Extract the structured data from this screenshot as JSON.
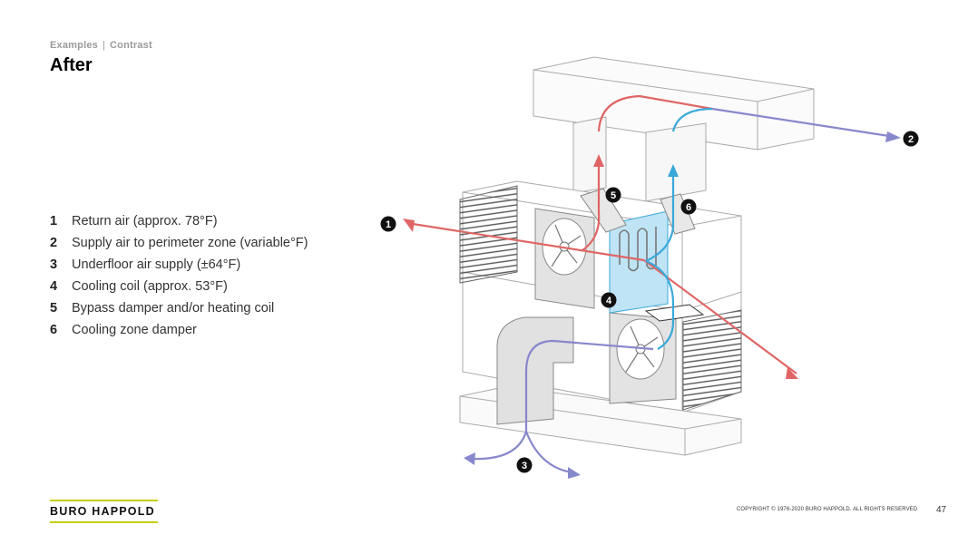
{
  "breadcrumb": {
    "section": "Examples",
    "subsection": "Contrast"
  },
  "title": "After",
  "legend": [
    {
      "num": "1",
      "label": "Return air (approx. 78°F)"
    },
    {
      "num": "2",
      "label": "Supply air to perimeter zone (variable°F)"
    },
    {
      "num": "3",
      "label": "Underfloor air supply (±64°F)"
    },
    {
      "num": "4",
      "label": "Cooling coil (approx. 53°F)"
    },
    {
      "num": "5",
      "label": "Bypass damper and/or heating coil"
    },
    {
      "num": "6",
      "label": "Cooling zone damper"
    }
  ],
  "diagram_markers": [
    "1",
    "2",
    "3",
    "4",
    "5",
    "6"
  ],
  "colors": {
    "return_air": "#e06666",
    "supply_air": "#8888cc",
    "cooling_air": "#3aa8d8",
    "coil_fill": "#bfe4f5",
    "logo_accent": "#c4cf00"
  },
  "footer": {
    "logo": "BURO HAPPOLD",
    "copyright": "COPYRIGHT © 1976-2020 BURO HAPPOLD. ALL RIGHTS RESERVED",
    "page_number": "47"
  }
}
